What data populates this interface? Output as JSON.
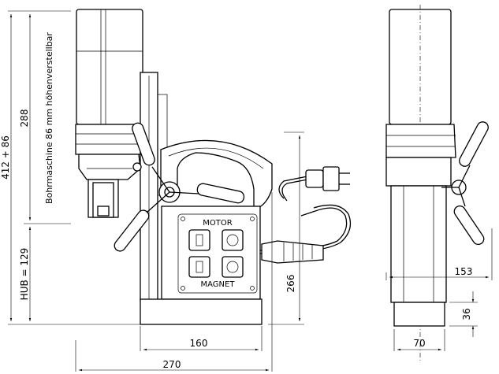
{
  "dimensions": {
    "left_total": "412 + 86",
    "left_upper": "288",
    "left_note": "Bohrmaschine 86 mm höhenverstellbar",
    "left_stroke": "HUB = 129",
    "base_width": "160",
    "total_width": "270",
    "height_266": "266",
    "side_width": "70",
    "side_reach": "153",
    "side_height": "36"
  },
  "panel": {
    "top_label": "MOTOR",
    "bottom_label": "MAGNET"
  }
}
